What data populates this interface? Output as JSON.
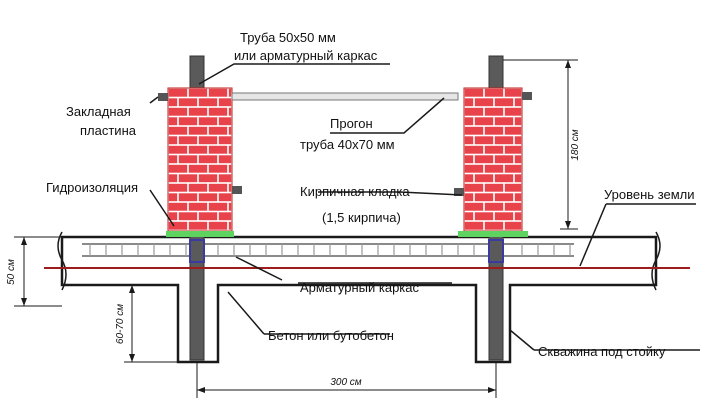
{
  "labels": {
    "pipe_line1": "Труба 50х50 мм",
    "pipe_line2": "или арматурный каркас",
    "plate_line1": "Закладная",
    "plate_line2": "пластина",
    "purlin_line1": "Прогон",
    "purlin_line2": "труба 40х70 мм",
    "waterproofing": "Гидроизоляция",
    "brickwork_line1": "Кирпичная кладка",
    "brickwork_line2": "(1,5 кирпича)",
    "ground_level": "Уровень земли",
    "rebar_cage": "Арматурный каркас",
    "concrete": "Бетон или бутобетон",
    "well": "Скважина под стойку"
  },
  "dimensions": {
    "strip_height": "50 см",
    "well_depth": "60-70 см",
    "post_height": "180 см",
    "post_spacing": "300 см"
  },
  "colors": {
    "brick": "#e8434b",
    "mortar": "#ffffff",
    "post": "#5a5a5a",
    "ground_line": "#9e1c1c",
    "waterproofing": "#5fd35f",
    "rebar_blue": "#3a3aa0",
    "outline": "#1a1a1a"
  }
}
